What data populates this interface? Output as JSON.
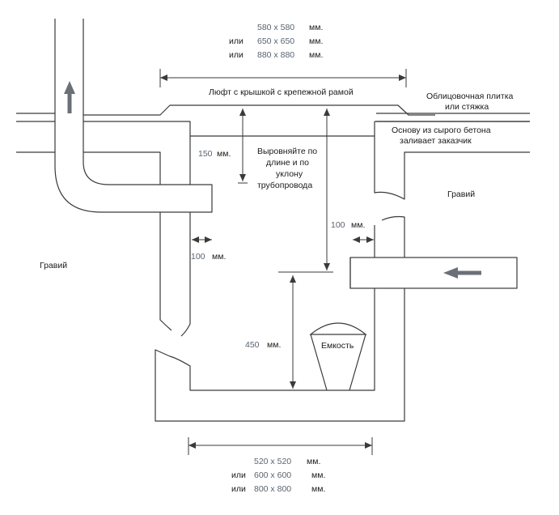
{
  "top_sizes": {
    "line1": {
      "value": "580 x 580",
      "unit": "мм."
    },
    "line2": {
      "prefix": "или",
      "value": "650 x 650",
      "unit": "мм."
    },
    "line3": {
      "prefix": "или",
      "value": "880 x 880",
      "unit": "мм."
    }
  },
  "bottom_sizes": {
    "line1": {
      "value": "520 x 520",
      "unit": "мм."
    },
    "line2": {
      "prefix": "или",
      "value": "600 x 600",
      "unit": "мм."
    },
    "line3": {
      "prefix": "или",
      "value": "800 x 800",
      "unit": "мм."
    }
  },
  "labels": {
    "hatch": "Люфт с крышкой с крепежной рамой",
    "tile_line1": "Облицовочная плитка",
    "tile_line2": "или стяжка",
    "concrete_line1": "Основу из сырого бетона",
    "concrete_line2": "заливает заказчик",
    "gravel_left": "Гравий",
    "gravel_right": "Гравий",
    "align_line1": "Выровняйте по",
    "align_line2": "длине и по",
    "align_line3": "уклону",
    "align_line4": "трубопровода",
    "container": "Емкость"
  },
  "dimensions": {
    "d150": {
      "value": "150",
      "unit": "мм."
    },
    "d100_left": {
      "value": "100",
      "unit": "мм."
    },
    "d100_right": {
      "value": "100",
      "unit": "мм."
    },
    "d450": {
      "value": "450",
      "unit": "мм."
    }
  },
  "colors": {
    "line": "#3a3a3a",
    "value_text": "#5a6470",
    "arrow_fill": "#6b7078"
  }
}
